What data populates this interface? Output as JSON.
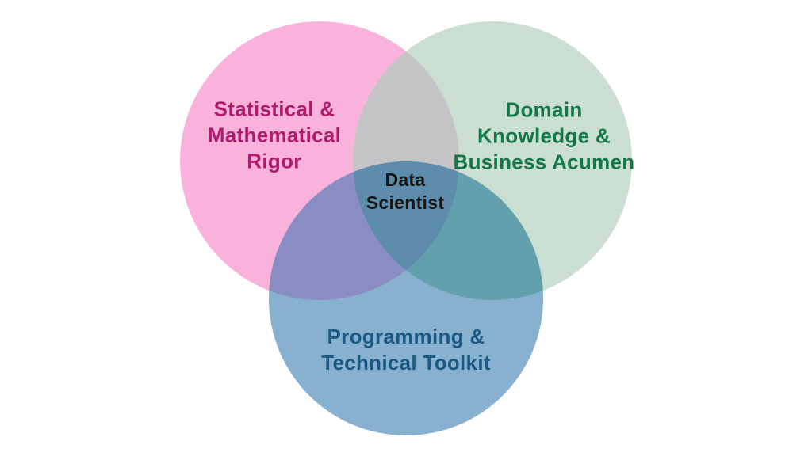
{
  "diagram": {
    "type": "venn",
    "background": "#ffffff",
    "sets": [
      {
        "name": "Statistical & Mathematical Rigor",
        "label_lines": [
          "Statistical &",
          "Mathematical",
          "Rigor"
        ],
        "fill": "#f9b2dc",
        "text_color": "#b01c6c"
      },
      {
        "name": "Domain Knowledge & Business Acumen",
        "label_lines": [
          "Domain",
          "Knowledge &",
          "Business Acumen"
        ],
        "fill": "#cbded2",
        "text_color": "#127847"
      },
      {
        "name": "Programming & Technical Toolkit",
        "label_lines": [
          "Programming &",
          "Technical Toolkit"
        ],
        "fill": "#87b1cf",
        "text_color": "#1a5a83"
      }
    ],
    "intersection_label": {
      "name": "Data Scientist",
      "lines": [
        "Data",
        "Scientist"
      ],
      "text_color": "#151515"
    },
    "overlap_colors": {
      "statistical_domain": "#c5c4c7",
      "statistical_programming": "#8a8dc4",
      "domain_programming": "#61a0ac",
      "triple_center": "#5e8cac"
    }
  }
}
